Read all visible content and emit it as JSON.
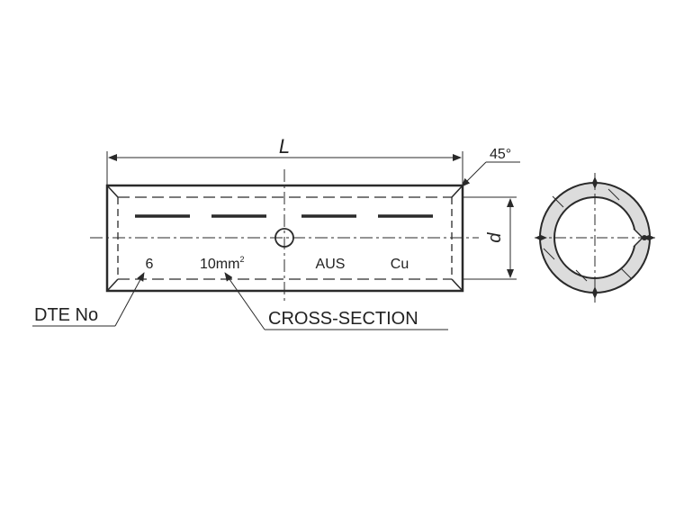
{
  "dimensions": {
    "length": "L",
    "diameter": "d",
    "chamfer_angle": "45°"
  },
  "markings": {
    "dte_no": "6",
    "cross_section_value": "10mm",
    "cross_section_superscript": "2",
    "standard": "AUS",
    "material": "Cu"
  },
  "callouts": {
    "dte_no": "DTE No",
    "cross_section": "CROSS-SECTION"
  },
  "colors": {
    "line": "#2a2a2a",
    "text": "#222222"
  }
}
